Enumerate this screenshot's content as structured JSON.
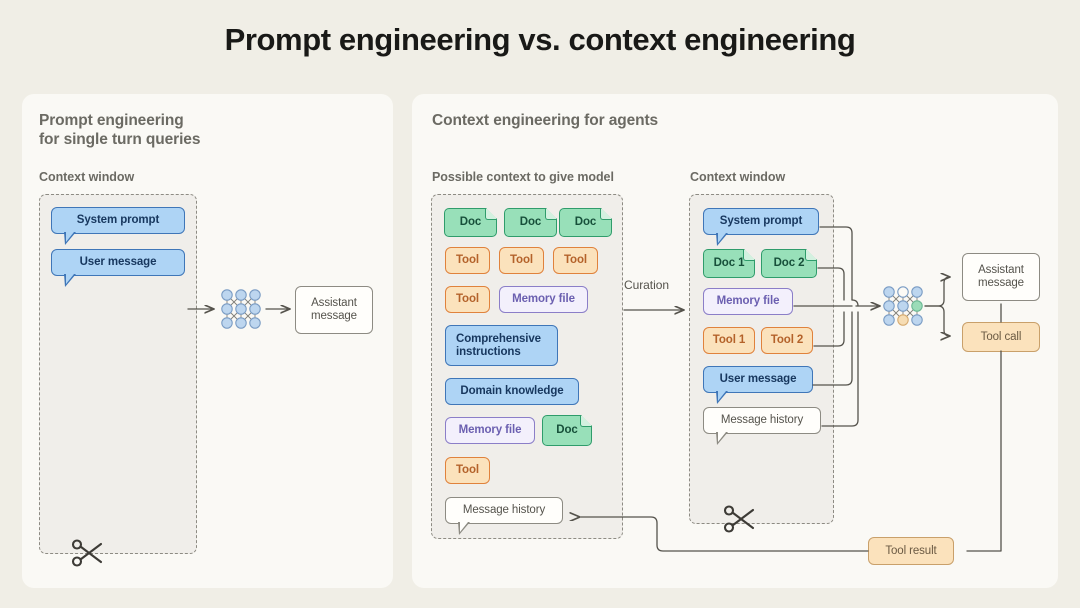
{
  "page": {
    "title": "Prompt engineering vs. context engineering",
    "background": "#f0eee6",
    "panel_background": "#faf9f5"
  },
  "colors": {
    "blue_fill": "#aed4f5",
    "blue_border": "#3f76b8",
    "blue_text": "#17375e",
    "green_fill": "#98e0b9",
    "green_border": "#2f9c6b",
    "green_text": "#17503a",
    "orange_fill": "#fbe2bc",
    "orange_border": "#e0823c",
    "orange_text": "#b4622a",
    "purple_fill": "#f3f0fc",
    "purple_border": "#8b7ec8",
    "purple_text": "#6b5fb0",
    "neutral_fill": "#fffefb",
    "neutral_border": "#8d8b83",
    "neutral_text": "#55534c",
    "dashed_border": "#8d8b83",
    "ctx_fill": "#f0eeea",
    "wire": "#55534c",
    "heading_text": "#6b6a63",
    "title_text": "#191917"
  },
  "left_panel": {
    "title": "Prompt engineering\nfor single turn queries",
    "context_window_label": "Context window",
    "context_items": [
      {
        "label": "System prompt",
        "style": "blue-bubble"
      },
      {
        "label": "User message",
        "style": "blue-bubble"
      }
    ],
    "model_icon": "neural-network-icon",
    "output": {
      "label": "Assistant\nmessage",
      "style": "neutral-box"
    },
    "scissors_icon": "scissors-icon"
  },
  "right_panel": {
    "title": "Context engineering for agents",
    "possible_context_label": "Possible context to give model",
    "context_window_label": "Context window",
    "curation_label": "Curation",
    "possible_context_items": [
      {
        "label": "Doc",
        "style": "green-doc"
      },
      {
        "label": "Doc",
        "style": "green-doc"
      },
      {
        "label": "Doc",
        "style": "green-doc"
      },
      {
        "label": "Tool",
        "style": "orange-box"
      },
      {
        "label": "Tool",
        "style": "orange-box"
      },
      {
        "label": "Tool",
        "style": "orange-box"
      },
      {
        "label": "Tool",
        "style": "orange-box"
      },
      {
        "label": "Memory file",
        "style": "purple-box"
      },
      {
        "label": "Comprehensive\ninstructions",
        "style": "blue-bubble"
      },
      {
        "label": "Domain knowledge",
        "style": "blue-bubble"
      },
      {
        "label": "Memory file",
        "style": "purple-box"
      },
      {
        "label": "Doc",
        "style": "green-doc"
      },
      {
        "label": "Tool",
        "style": "orange-box"
      },
      {
        "label": "Message history",
        "style": "neutral-bubble"
      }
    ],
    "context_window_items": [
      {
        "label": "System prompt",
        "style": "blue-bubble"
      },
      {
        "label": "Doc 1",
        "style": "green-doc"
      },
      {
        "label": "Doc 2",
        "style": "green-doc"
      },
      {
        "label": "Memory file",
        "style": "purple-box"
      },
      {
        "label": "Tool 1",
        "style": "orange-box"
      },
      {
        "label": "Tool 2",
        "style": "orange-box"
      },
      {
        "label": "User message",
        "style": "blue-bubble"
      },
      {
        "label": "Message history",
        "style": "neutral-bubble"
      }
    ],
    "model_icon": "neural-network-icon",
    "outputs": [
      {
        "label": "Assistant\nmessage",
        "style": "neutral-box"
      },
      {
        "label": "Tool call",
        "style": "orange-box"
      }
    ],
    "tool_result": {
      "label": "Tool result",
      "style": "orange-box"
    },
    "scissors_icon": "scissors-icon"
  }
}
